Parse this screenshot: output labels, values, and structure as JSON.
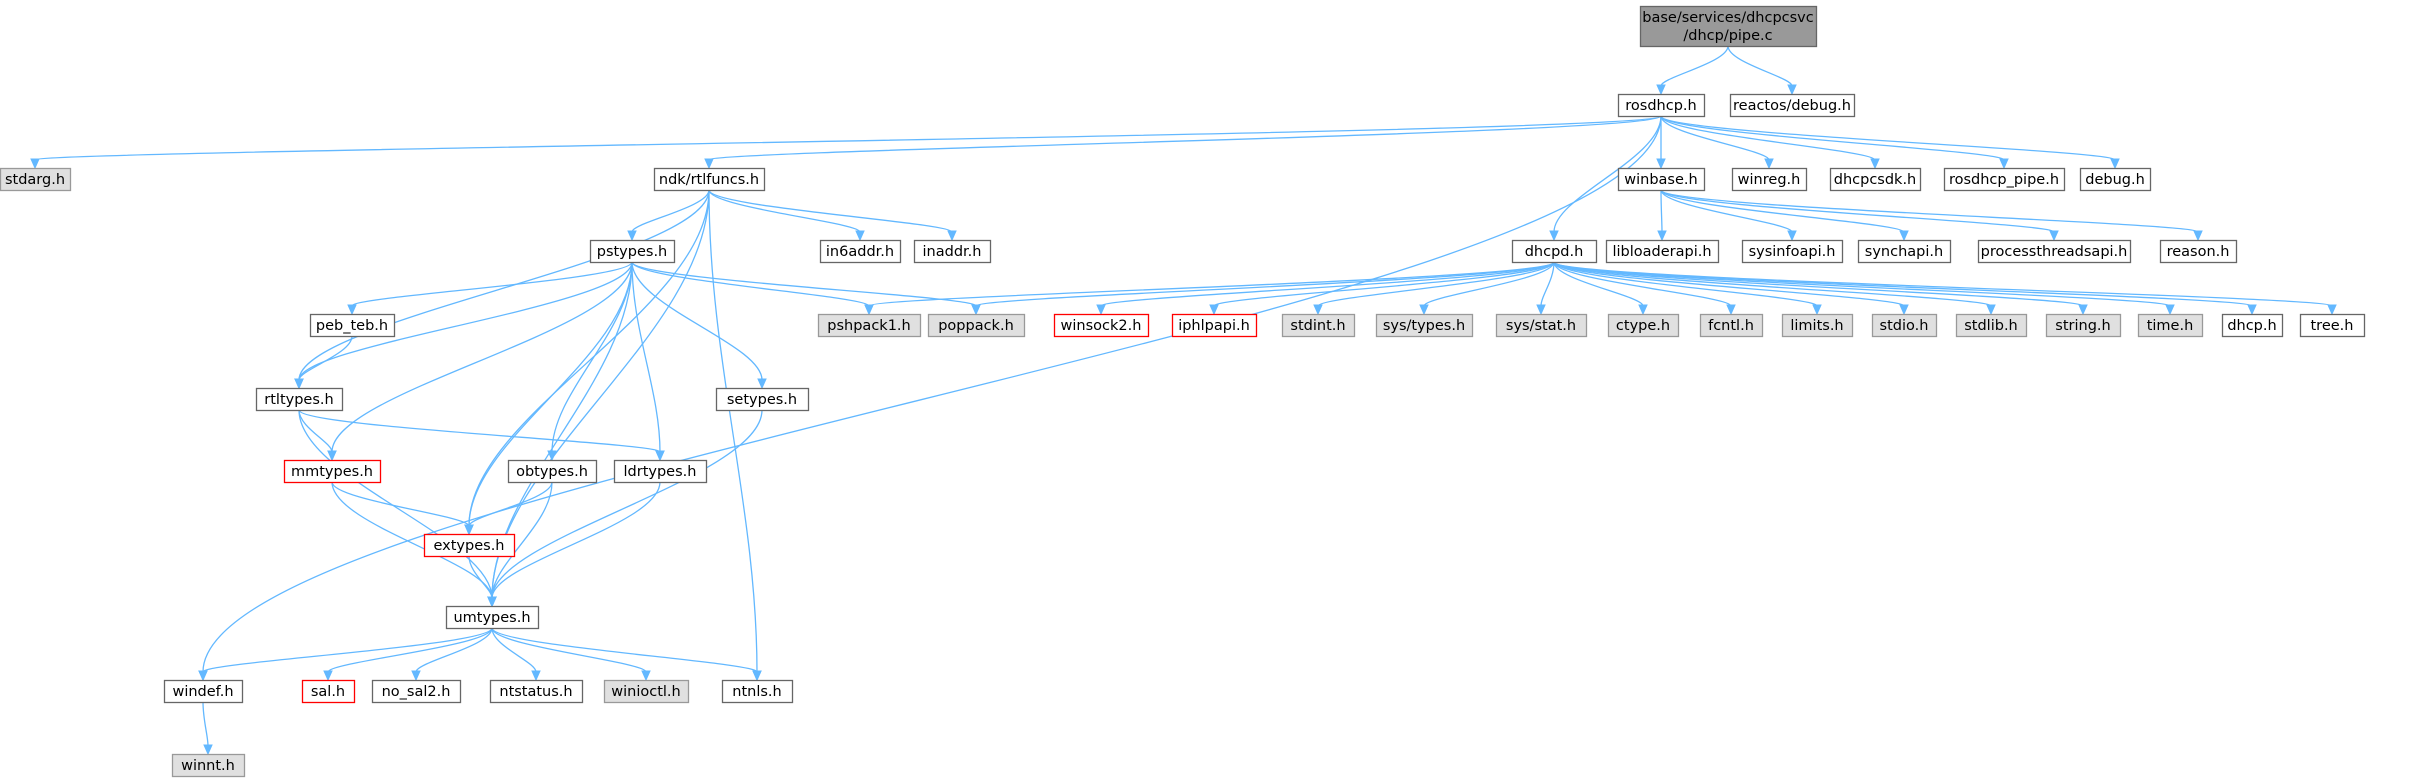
{
  "colors": {
    "edge": "#63b8ff",
    "default_fill": "#ffffff",
    "default_border": "#666666",
    "system_fill": "#e0e0e0",
    "system_border": "#999999",
    "root_fill": "#999999",
    "root_border": "#666666",
    "incomplete_border": "#ff0000"
  },
  "nodes": [
    {
      "id": "pipe_c",
      "lines": [
        "base/services/dhcpcsvc",
        "/dhcp/pipe.c"
      ],
      "style": "root"
    },
    {
      "id": "rosdhcp_h",
      "lines": [
        "rosdhcp.h"
      ],
      "style": "default"
    },
    {
      "id": "reactos_debug_h",
      "lines": [
        "reactos/debug.h"
      ],
      "style": "default"
    },
    {
      "id": "stdarg_h",
      "lines": [
        "stdarg.h"
      ],
      "style": "system"
    },
    {
      "id": "ndk_rtlfuncs_h",
      "lines": [
        "ndk/rtlfuncs.h"
      ],
      "style": "default"
    },
    {
      "id": "winbase_h",
      "lines": [
        "winbase.h"
      ],
      "style": "default"
    },
    {
      "id": "winreg_h",
      "lines": [
        "winreg.h"
      ],
      "style": "default"
    },
    {
      "id": "dhcpcsdk_h",
      "lines": [
        "dhcpcsdk.h"
      ],
      "style": "default"
    },
    {
      "id": "rosdhcp_pipe_h",
      "lines": [
        "rosdhcp_pipe.h"
      ],
      "style": "default"
    },
    {
      "id": "debug_h",
      "lines": [
        "debug.h"
      ],
      "style": "default"
    },
    {
      "id": "in6addr_h",
      "lines": [
        "in6addr.h"
      ],
      "style": "default"
    },
    {
      "id": "inaddr_h",
      "lines": [
        "inaddr.h"
      ],
      "style": "default"
    },
    {
      "id": "pstypes_h",
      "lines": [
        "pstypes.h"
      ],
      "style": "default"
    },
    {
      "id": "dhcpd_h",
      "lines": [
        "dhcpd.h"
      ],
      "style": "default"
    },
    {
      "id": "libloaderapi_h",
      "lines": [
        "libloaderapi.h"
      ],
      "style": "default"
    },
    {
      "id": "sysinfoapi_h",
      "lines": [
        "sysinfoapi.h"
      ],
      "style": "default"
    },
    {
      "id": "synchapi_h",
      "lines": [
        "synchapi.h"
      ],
      "style": "default"
    },
    {
      "id": "processthreadsapi_h",
      "lines": [
        "processthreadsapi.h"
      ],
      "style": "default"
    },
    {
      "id": "reason_h",
      "lines": [
        "reason.h"
      ],
      "style": "default"
    },
    {
      "id": "peb_teb_h",
      "lines": [
        "peb_teb.h"
      ],
      "style": "default"
    },
    {
      "id": "pshpack1_h",
      "lines": [
        "pshpack1.h"
      ],
      "style": "system"
    },
    {
      "id": "poppack_h",
      "lines": [
        "poppack.h"
      ],
      "style": "system"
    },
    {
      "id": "winsock2_h",
      "lines": [
        "winsock2.h"
      ],
      "style": "incomplete"
    },
    {
      "id": "iphlpapi_h",
      "lines": [
        "iphlpapi.h"
      ],
      "style": "incomplete"
    },
    {
      "id": "stdint_h",
      "lines": [
        "stdint.h"
      ],
      "style": "system"
    },
    {
      "id": "sys_types_h",
      "lines": [
        "sys/types.h"
      ],
      "style": "system"
    },
    {
      "id": "sys_stat_h",
      "lines": [
        "sys/stat.h"
      ],
      "style": "system"
    },
    {
      "id": "ctype_h",
      "lines": [
        "ctype.h"
      ],
      "style": "system"
    },
    {
      "id": "fcntl_h",
      "lines": [
        "fcntl.h"
      ],
      "style": "system"
    },
    {
      "id": "limits_h",
      "lines": [
        "limits.h"
      ],
      "style": "system"
    },
    {
      "id": "stdio_h",
      "lines": [
        "stdio.h"
      ],
      "style": "system"
    },
    {
      "id": "stdlib_h",
      "lines": [
        "stdlib.h"
      ],
      "style": "system"
    },
    {
      "id": "string_h",
      "lines": [
        "string.h"
      ],
      "style": "system"
    },
    {
      "id": "time_h",
      "lines": [
        "time.h"
      ],
      "style": "system"
    },
    {
      "id": "dhcp_h",
      "lines": [
        "dhcp.h"
      ],
      "style": "default"
    },
    {
      "id": "tree_h",
      "lines": [
        "tree.h"
      ],
      "style": "default"
    },
    {
      "id": "rtltypes_h",
      "lines": [
        "rtltypes.h"
      ],
      "style": "default"
    },
    {
      "id": "setypes_h",
      "lines": [
        "setypes.h"
      ],
      "style": "default"
    },
    {
      "id": "mmtypes_h",
      "lines": [
        "mmtypes.h"
      ],
      "style": "incomplete"
    },
    {
      "id": "obtypes_h",
      "lines": [
        "obtypes.h"
      ],
      "style": "default"
    },
    {
      "id": "ldrtypes_h",
      "lines": [
        "ldrtypes.h"
      ],
      "style": "default"
    },
    {
      "id": "extypes_h",
      "lines": [
        "extypes.h"
      ],
      "style": "incomplete"
    },
    {
      "id": "umtypes_h",
      "lines": [
        "umtypes.h"
      ],
      "style": "default"
    },
    {
      "id": "windef_h",
      "lines": [
        "windef.h"
      ],
      "style": "default"
    },
    {
      "id": "sal_h",
      "lines": [
        "sal.h"
      ],
      "style": "incomplete"
    },
    {
      "id": "no_sal2_h",
      "lines": [
        "no_sal2.h"
      ],
      "style": "default"
    },
    {
      "id": "ntstatus_h",
      "lines": [
        "ntstatus.h"
      ],
      "style": "default"
    },
    {
      "id": "winioctl_h",
      "lines": [
        "winioctl.h"
      ],
      "style": "system"
    },
    {
      "id": "ntnls_h",
      "lines": [
        "ntnls.h"
      ],
      "style": "default"
    },
    {
      "id": "winnt_h",
      "lines": [
        "winnt.h"
      ],
      "style": "system"
    }
  ],
  "edges": [
    [
      "pipe_c",
      "rosdhcp_h"
    ],
    [
      "pipe_c",
      "reactos_debug_h"
    ],
    [
      "rosdhcp_h",
      "stdarg_h"
    ],
    [
      "rosdhcp_h",
      "windef_h"
    ],
    [
      "rosdhcp_h",
      "ndk_rtlfuncs_h"
    ],
    [
      "rosdhcp_h",
      "dhcpd_h"
    ],
    [
      "rosdhcp_h",
      "winbase_h"
    ],
    [
      "rosdhcp_h",
      "winreg_h"
    ],
    [
      "rosdhcp_h",
      "dhcpcsdk_h"
    ],
    [
      "rosdhcp_h",
      "rosdhcp_pipe_h"
    ],
    [
      "rosdhcp_h",
      "debug_h"
    ],
    [
      "ndk_rtlfuncs_h",
      "umtypes_h"
    ],
    [
      "ndk_rtlfuncs_h",
      "rtltypes_h"
    ],
    [
      "ndk_rtlfuncs_h",
      "extypes_h"
    ],
    [
      "ndk_rtlfuncs_h",
      "pstypes_h"
    ],
    [
      "ndk_rtlfuncs_h",
      "in6addr_h"
    ],
    [
      "ndk_rtlfuncs_h",
      "inaddr_h"
    ],
    [
      "ndk_rtlfuncs_h",
      "ntnls_h"
    ],
    [
      "pstypes_h",
      "rtltypes_h"
    ],
    [
      "pstypes_h",
      "peb_teb_h"
    ],
    [
      "pstypes_h",
      "mmtypes_h"
    ],
    [
      "pstypes_h",
      "extypes_h"
    ],
    [
      "pstypes_h",
      "obtypes_h"
    ],
    [
      "pstypes_h",
      "ldrtypes_h"
    ],
    [
      "pstypes_h",
      "umtypes_h"
    ],
    [
      "pstypes_h",
      "setypes_h"
    ],
    [
      "pstypes_h",
      "pshpack1_h"
    ],
    [
      "pstypes_h",
      "poppack_h"
    ],
    [
      "peb_teb_h",
      "rtltypes_h"
    ],
    [
      "rtltypes_h",
      "mmtypes_h"
    ],
    [
      "rtltypes_h",
      "ldrtypes_h"
    ],
    [
      "rtltypes_h",
      "umtypes_h"
    ],
    [
      "mmtypes_h",
      "extypes_h"
    ],
    [
      "mmtypes_h",
      "umtypes_h"
    ],
    [
      "obtypes_h",
      "extypes_h"
    ],
    [
      "obtypes_h",
      "umtypes_h"
    ],
    [
      "ldrtypes_h",
      "umtypes_h"
    ],
    [
      "extypes_h",
      "umtypes_h"
    ],
    [
      "setypes_h",
      "umtypes_h"
    ],
    [
      "umtypes_h",
      "windef_h"
    ],
    [
      "umtypes_h",
      "sal_h"
    ],
    [
      "umtypes_h",
      "no_sal2_h"
    ],
    [
      "umtypes_h",
      "ntstatus_h"
    ],
    [
      "umtypes_h",
      "winioctl_h"
    ],
    [
      "umtypes_h",
      "ntnls_h"
    ],
    [
      "windef_h",
      "winnt_h"
    ],
    [
      "winbase_h",
      "libloaderapi_h"
    ],
    [
      "winbase_h",
      "sysinfoapi_h"
    ],
    [
      "winbase_h",
      "synchapi_h"
    ],
    [
      "winbase_h",
      "processthreadsapi_h"
    ],
    [
      "winbase_h",
      "reason_h"
    ],
    [
      "dhcpd_h",
      "pshpack1_h"
    ],
    [
      "dhcpd_h",
      "poppack_h"
    ],
    [
      "dhcpd_h",
      "winsock2_h"
    ],
    [
      "dhcpd_h",
      "iphlpapi_h"
    ],
    [
      "dhcpd_h",
      "stdint_h"
    ],
    [
      "dhcpd_h",
      "sys_types_h"
    ],
    [
      "dhcpd_h",
      "sys_stat_h"
    ],
    [
      "dhcpd_h",
      "ctype_h"
    ],
    [
      "dhcpd_h",
      "fcntl_h"
    ],
    [
      "dhcpd_h",
      "limits_h"
    ],
    [
      "dhcpd_h",
      "stdio_h"
    ],
    [
      "dhcpd_h",
      "stdlib_h"
    ],
    [
      "dhcpd_h",
      "string_h"
    ],
    [
      "dhcpd_h",
      "time_h"
    ],
    [
      "dhcpd_h",
      "dhcp_h"
    ],
    [
      "dhcpd_h",
      "tree_h"
    ]
  ]
}
